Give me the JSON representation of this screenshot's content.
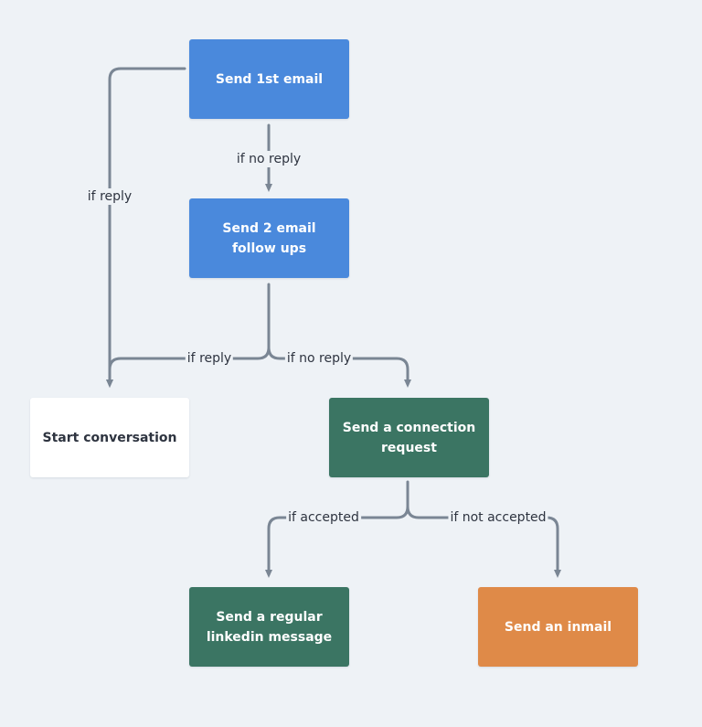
{
  "nodes": {
    "send_first_email": "Send 1st email",
    "send_follow_ups": "Send 2 email follow ups",
    "start_conversation": "Start conversation",
    "send_connection_request": "Send a connection request",
    "send_regular_message": "Send a regular linkedin message",
    "send_inmail": "Send an inmail"
  },
  "edges": {
    "first_to_followups": "if no reply",
    "first_to_conversation": "if reply",
    "followups_to_conversation": "if reply",
    "followups_to_connection": "if no reply",
    "connection_to_regular": "if accepted",
    "connection_to_inmail": "if not accepted"
  },
  "colors": {
    "blue": "#4a89dc",
    "green": "#3b7563",
    "orange": "#df8a48",
    "white": "#ffffff",
    "connector": "#7a8694",
    "background": "#eef2f6"
  }
}
